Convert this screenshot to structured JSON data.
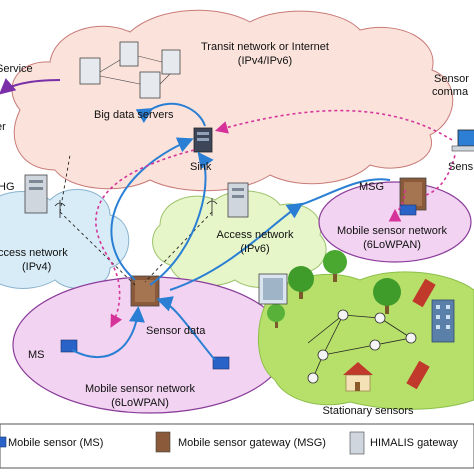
{
  "labels": {
    "transit_line1": "Transit network or Internet",
    "transit_line2": "(IPv4/IPv6)",
    "service": "Service",
    "big_data": "Big data servers",
    "sink": "Sink",
    "sensor_cmd_line1": "Sensor",
    "sensor_cmd_line2": "comma",
    "sensor_cut": "Sens",
    "left_fragment": "er",
    "hg": "HG",
    "msg": "MSG",
    "access_v4_line1": "ccess network",
    "access_v4_line2": "(IPv4)",
    "access_v6_line1": "Access network",
    "access_v6_line2": "(IPv6)",
    "msn_right_line1": "Mobile sensor network",
    "msn_right_line2": "(6LoWPAN)",
    "sensor_data": "Sensor data",
    "ms": "MS",
    "msn_left_line1": "Mobile sensor network",
    "msn_left_line2": "(6LoWPAN)",
    "stationary": "Stationary sensors"
  },
  "legend": {
    "item1": "Mobile sensor (MS)",
    "item2": "Mobile sensor gateway (MSG)",
    "item3": "HIMALIS gateway"
  },
  "colors": {
    "transit_cloud": "#fbe3dc",
    "access_v4_cloud": "#d8ecf7",
    "access_v6_cloud": "#e6f6c9",
    "msn_ellipse": "#f2d3f1",
    "msn_stroke": "#8a3d9a",
    "blue_arrow": "#2a7fd4",
    "magenta_arrow": "#d6339a",
    "service_arrow": "#7a2fa8",
    "ground": "#b7e06a",
    "tree": "#3f9b2a"
  }
}
